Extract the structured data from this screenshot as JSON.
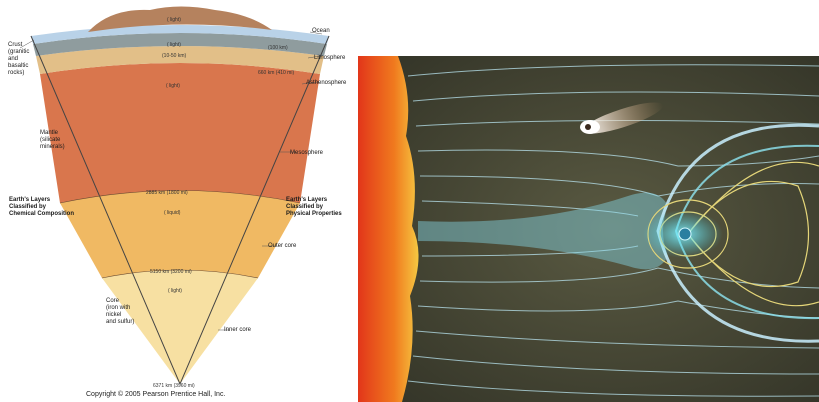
{
  "earth_layers": {
    "left_labels": {
      "crust": "Crust\n(granitic\nand\nbasaltic\nrocks)",
      "mantle": "Mantle\n(silicate\nminerals)",
      "chemical": "Earth's Layers\nClassified by\nChemical Composition",
      "core": "Core\n(iron with\nnickel\nand sulfur)"
    },
    "right_labels": {
      "ocean": "Ocean",
      "lithosphere": "Lithosphere",
      "asthenosphere": "Asthenosphere",
      "mesosphere": "Mesosphere",
      "physical": "Earth's Layers\nClassified by\nPhysical Properties",
      "outer_core": "Outer core",
      "inner_core": "Inner core"
    },
    "inner_labels": {
      "crust_top": "( light)",
      "lith": "( light)",
      "lith_depth": "(100 km)",
      "asth": "(10-50 km)",
      "asth_depth": "660 km (410 mi)",
      "mantle": "( light)",
      "cmb": "2885 km (1800 mi)",
      "outer": "( liquid)",
      "icb": "5150 km (3200 mi)",
      "inner": "( light)",
      "center": "6371 km (3960 mi)"
    },
    "caption": "Copyright © 2005 Pearson Prentice Hall, Inc.",
    "colors": {
      "crust": "#b5825e",
      "ocean": "#b9d2e8",
      "lithosphere": "#8f9c9e",
      "asthenosphere": "#e2bf88",
      "mantle": "#d9764d",
      "outer_core": "#f0b963",
      "inner_core": "#f7e0a2"
    }
  },
  "magnetosphere": {
    "colors": {
      "sun": "#f05a1e",
      "background": "#4a4a35",
      "field_lines": "#b9e4ef",
      "inner_field": "#e5d679",
      "glow": "#46d2e6"
    }
  }
}
